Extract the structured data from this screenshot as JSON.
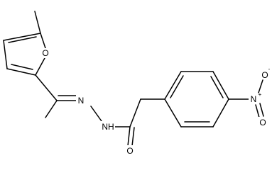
{
  "molecule": {
    "atoms": {
      "furan_o": "O",
      "azo_n": "N",
      "hydrazide_n": "NH",
      "hydrazide_h": "H",
      "carbonyl_o": "O",
      "nitro_n": "N",
      "nitro_n_charge": "+",
      "nitro_o_top": "O",
      "nitro_o_top_charge": "-",
      "nitro_o_bottom": "O"
    }
  }
}
